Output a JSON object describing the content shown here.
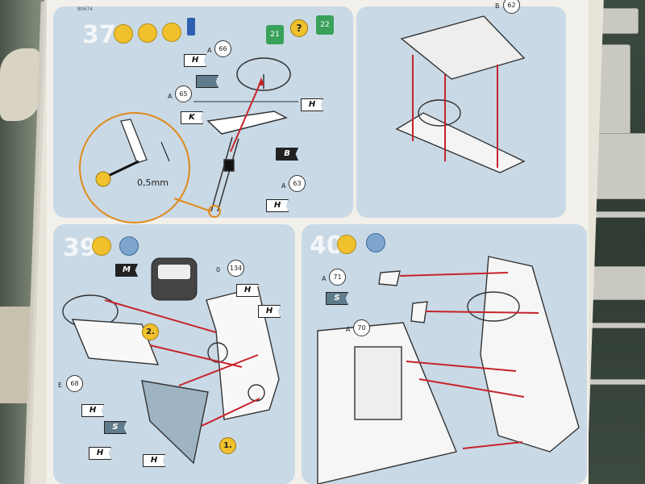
{
  "sheet": {
    "steps": [
      {
        "number": "37",
        "icons": [
          "glue-icon",
          "paint-icon",
          "camera-icon",
          "paint-bottle-icon"
        ],
        "badges": [
          "21",
          "?",
          "22"
        ]
      },
      {
        "number": "39"
      },
      {
        "number": "40"
      }
    ],
    "labels_step37": {
      "part_66": "66",
      "part_66_sprue": "A",
      "part_65": "65",
      "part_65_sprue": "A",
      "part_63": "63",
      "part_63_sprue": "A",
      "flag_h1": "H",
      "flag_k": "K",
      "flag_h2": "H",
      "flag_b": "B",
      "flag_h3": "H",
      "measurement": "0,5mm"
    },
    "labels_step38": {
      "part_62": "62",
      "part_62_sprue": "B"
    },
    "labels_step39": {
      "flag_m": "M",
      "part_134": "134",
      "part_134_sprue": "0",
      "flag_h1": "H",
      "flag_h2": "H",
      "order_2": "2.",
      "part_68": "68",
      "part_68_sprue": "E",
      "flag_h3": "H",
      "flag_s": "S",
      "flag_h4": "H",
      "flag_h5": "H",
      "order_1": "1."
    },
    "labels_step40": {
      "part_71": "71",
      "part_71_sprue": "A",
      "flag_s": "S",
      "part_70": "70",
      "part_70_sprue": "A"
    },
    "header_small": "80674"
  },
  "colors": {
    "panel_blue": "#c9d9e6",
    "arrow_red": "#c7232a",
    "callout_orange": "#e08a1a",
    "paint_steel": "#5f7c8c"
  }
}
